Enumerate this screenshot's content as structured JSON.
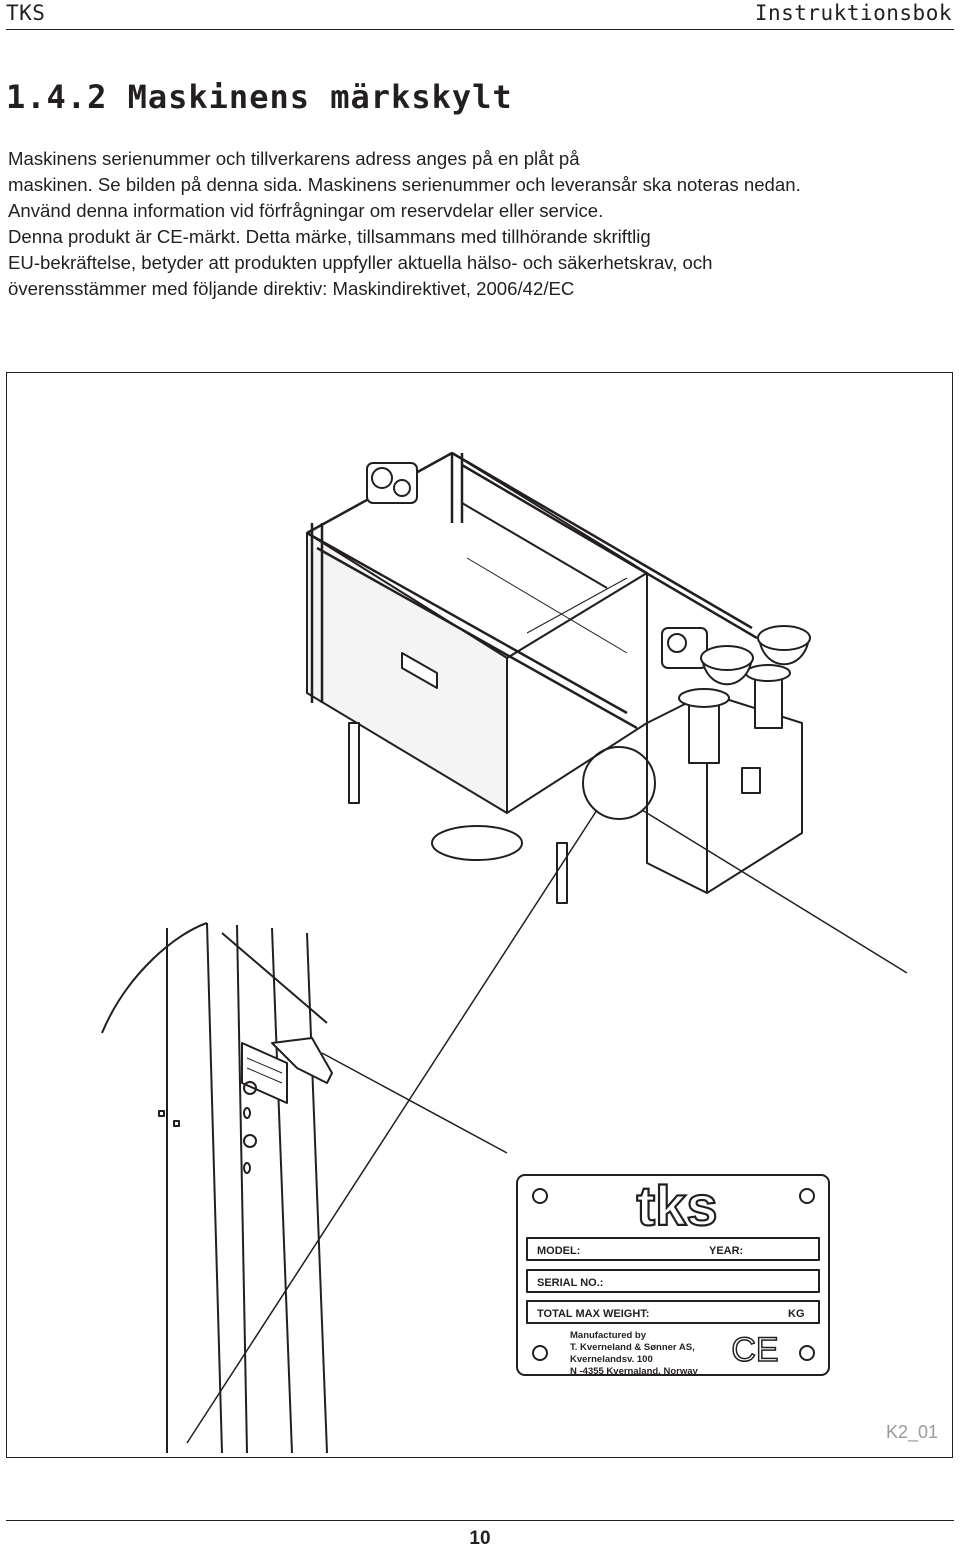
{
  "header": {
    "left": "TKS",
    "right": "Instruktionsbok"
  },
  "section_title": "1.4.2 Maskinens märkskylt",
  "body_lines": [
    "Maskinens serienummer och tillverkarens adress anges på en plåt på",
    "maskinen. Se bilden på denna sida. Maskinens serienummer och leveransår ska noteras nedan.",
    "Använd denna information vid förfrågningar om reservdelar eller service.",
    "Denna produkt är CE-märkt. Detta märke, tillsammans med tillhörande skriftlig",
    "EU-bekräftelse, betyder att produkten uppfyller aktuella hälso- och säkerhetskrav, och",
    "överensstämmer med följande direktiv: Maskindirektivet, 2006/42/EC"
  ],
  "figure": {
    "label": "K2_01",
    "plate": {
      "logo": "tks",
      "model_label": "MODEL:",
      "year_label": "YEAR:",
      "serial_label": "SERIAL NO.:",
      "weight_label": "TOTAL MAX WEIGHT:",
      "weight_unit": "KG",
      "manufacturer_lines": [
        "Manufactured by",
        "T. Kverneland & Sønner AS,",
        "Kvernelandsv. 100",
        "N -4355 Kvernaland, Norway"
      ],
      "ce_mark": "CE"
    }
  },
  "footer": {
    "page_number": "10"
  }
}
